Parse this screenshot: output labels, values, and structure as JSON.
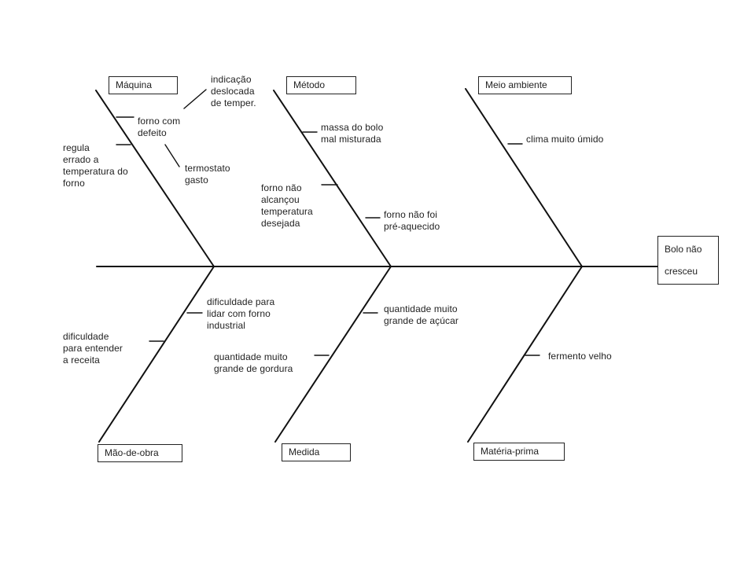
{
  "effect": "Bolo não\ncresceu",
  "categories": {
    "maquina": "Máquina",
    "metodo": "Método",
    "meio_ambiente": "Meio ambiente",
    "mao_de_obra": "Mão-de-obra",
    "medida": "Medida",
    "materia_prima": "Matéria-prima"
  },
  "causes": {
    "maquina_forno_defeito": "forno com\ndefeito",
    "maquina_indicacao": "indicação\ndeslocada\nde temper.",
    "maquina_termostato": "termostato\ngasto",
    "maquina_regula": "regula\nerrado a\ntemperatura do\nforno",
    "metodo_massa": "massa do bolo\nmal misturada",
    "metodo_forno_nao_alcancou": "forno não\nalcançou\ntemperatura\ndesejada",
    "metodo_pre_aquecido": "forno não foi\npré-aquecido",
    "meio_clima": "clima muito úmido",
    "mao_dificuldade_forno": "dificuldade para\nlidar com forno\nindustrial",
    "mao_dificuldade_receita": "dificuldade\npara entender\na receita",
    "medida_acucar": "quantidade muito\ngrande de açúcar",
    "medida_gordura": "quantidade muito\ngrande de gordura",
    "materia_fermento": "fermento velho"
  }
}
